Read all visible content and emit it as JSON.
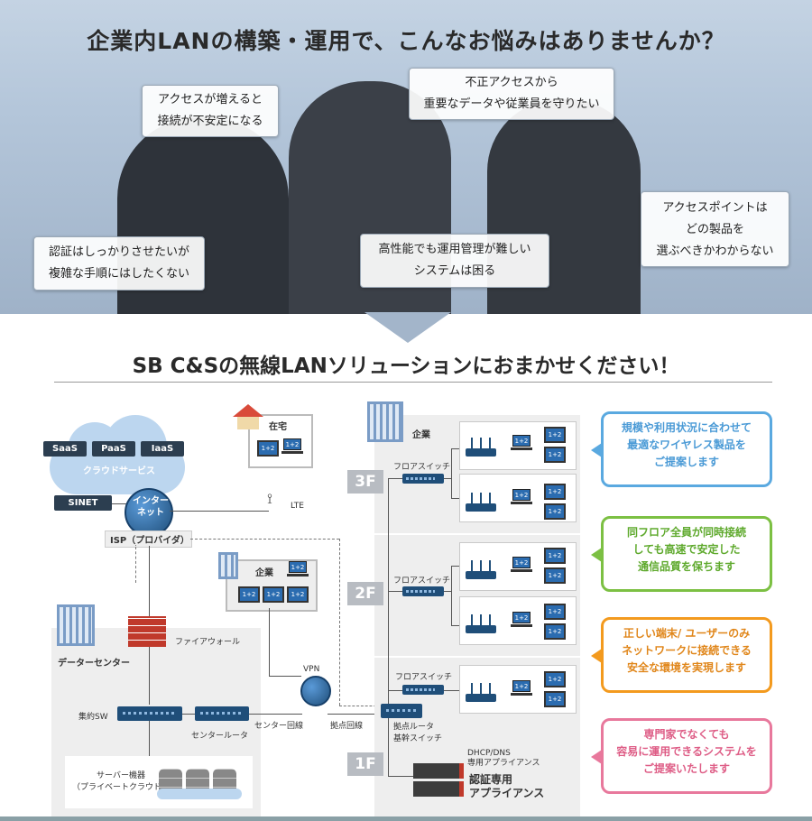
{
  "hero": {
    "title": "企業内LANの構築・運用で、こんなお悩みはありませんか？",
    "bubbles": {
      "b1": [
        "アクセスが増えると",
        "接続が不安定になる"
      ],
      "b2": [
        "不正アクセスから",
        "重要なデータや従業員を守りたい"
      ],
      "b3": [
        "アクセスポイントは",
        "どの製品を",
        "選ぶべきかわからない"
      ],
      "b4": [
        "高性能でも運用管理が難しい",
        "システムは困る"
      ],
      "b5": [
        "認証はしっかりさせたいが",
        "複雑な手順にはしたくない"
      ]
    }
  },
  "solution": {
    "title": "SB C&Sの無線LANソリューションにおまかせください！"
  },
  "diagram": {
    "cloud": {
      "label": "クラウドサービス",
      "pills": [
        "SaaS",
        "PaaS",
        "IaaS"
      ]
    },
    "sinet": "SINET",
    "internet": [
      "インター",
      "ネット"
    ],
    "isp": "ISP（プロバイダ）",
    "lte": "LTE",
    "home": {
      "label": "在宅"
    },
    "branch": {
      "label": "企業"
    },
    "datacenter": {
      "label": "データーセンター"
    },
    "firewall": "ファイアウォール",
    "core_sw": "集約SW",
    "center_router": "センタールータ",
    "center_line": "センター回線",
    "vpn": "VPN",
    "base_line": "拠点回線",
    "base_router": [
      "拠点ルータ",
      "基幹スイッチ"
    ],
    "server": [
      "サーバー機器",
      "（プライベートクラウド）"
    ],
    "hq": {
      "label": "企業"
    },
    "floors": [
      "3F",
      "2F",
      "1F"
    ],
    "floor_switch": "フロアスイッチ",
    "device_label": "1+2",
    "appliance": {
      "small": [
        "DHCP/DNS",
        "専用アプライアンス"
      ],
      "big": [
        "認証専用",
        "アプライアンス"
      ]
    }
  },
  "callouts": [
    {
      "lines": [
        "規模や利用状況に合わせて",
        "最適なワイヤレス製品を",
        "ご提案します"
      ],
      "color": "#5aa9e0"
    },
    {
      "lines": [
        "同フロア全員が同時接続",
        "しても高速で安定した",
        "通信品質を保ちます"
      ],
      "color": "#7cc043"
    },
    {
      "lines": [
        "正しい端末/ ユーザーのみ",
        "ネットワークに接続できる",
        "安全な環境を実現します"
      ],
      "color": "#f39a1e"
    },
    {
      "lines": [
        "専門家でなくても",
        "容易に運用できるシステムを",
        "ご提案いたします"
      ],
      "color": "#e8789c"
    }
  ]
}
